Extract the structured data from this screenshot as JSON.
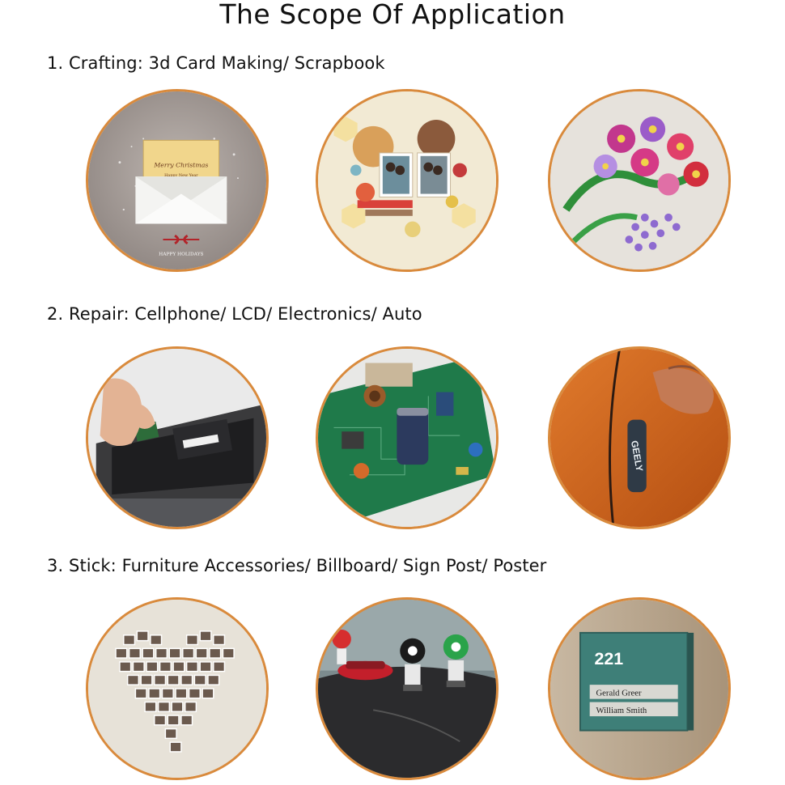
{
  "title": "The Scope Of Application",
  "sections": [
    {
      "label": "1. Crafting: 3d Card Making/ Scrapbook",
      "images": [
        {
          "name": "greeting-card-envelope",
          "card_line1": "Merry Christmas",
          "card_line2": "Happy New Year",
          "footer": "HAPPY HOLIDAYS"
        },
        {
          "name": "scrapbook-page"
        },
        {
          "name": "paper-quilling-flowers"
        }
      ]
    },
    {
      "label": "2. Repair: Cellphone/ LCD/ Electronics/ Auto",
      "images": [
        {
          "name": "cellphone-repair"
        },
        {
          "name": "circuit-board"
        },
        {
          "name": "car-door-guard",
          "brand": "GEELY"
        }
      ]
    },
    {
      "label": "3. Stick: Furniture Accessories/ Billboard/ Sign Post/ Poster",
      "images": [
        {
          "name": "photo-heart-wall"
        },
        {
          "name": "car-dashboard-figures"
        },
        {
          "name": "door-sign",
          "room": "221",
          "person1": "Gerald Greer",
          "person2": "William Smith"
        }
      ]
    }
  ],
  "colors": {
    "circle_border": "#d98a3c",
    "car_orange": "#d9661c",
    "sign_teal": "#3e7f78"
  }
}
